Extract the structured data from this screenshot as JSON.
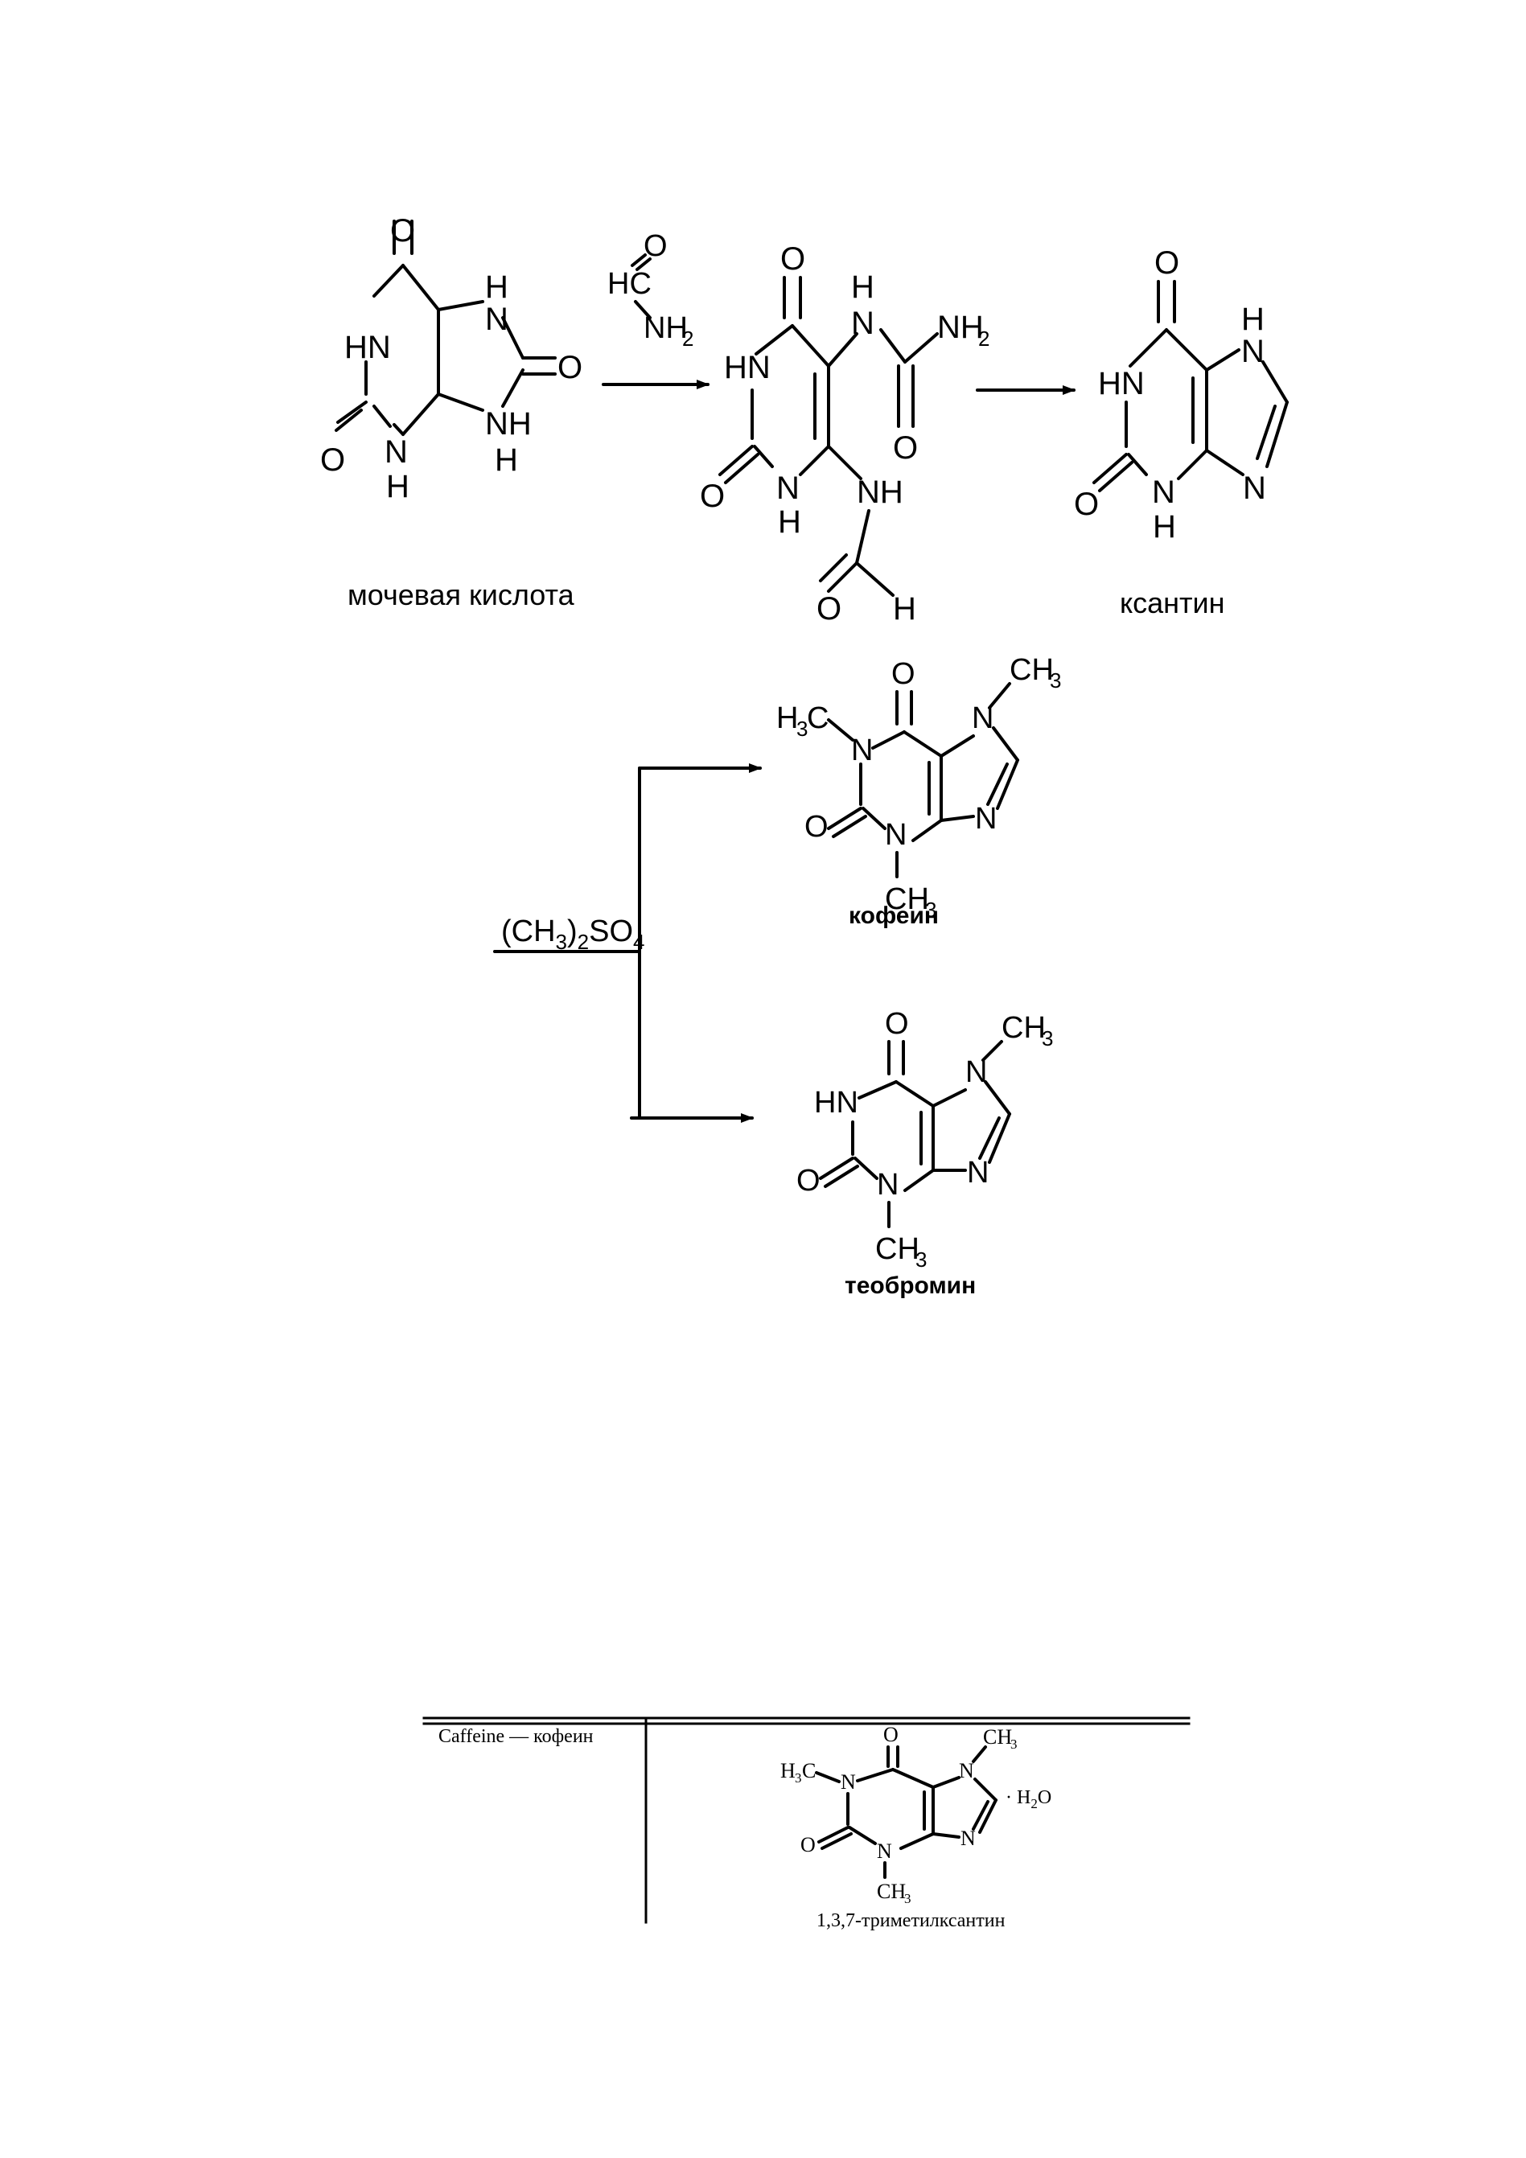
{
  "diagram": {
    "uric_acid_label": "мочевая кислота",
    "xanthine_label": "ксантин",
    "caffeine_label": "кофеин",
    "theobromine_label": "теобромин",
    "reagent_methylation": {
      "text": "(CH",
      "sub1": "3",
      "mid": ")",
      "sub2": "2",
      "tail": "SO",
      "sub3": "4"
    }
  },
  "table": {
    "header_left": "Caffeine — кофеин",
    "compound_name": "1,3,7-триметилксантин",
    "hydrate": "· H",
    "hydrate_sub": "2",
    "hydrate_tail": "O"
  },
  "colors": {
    "ink": "#000000",
    "paper": "#ffffff"
  }
}
